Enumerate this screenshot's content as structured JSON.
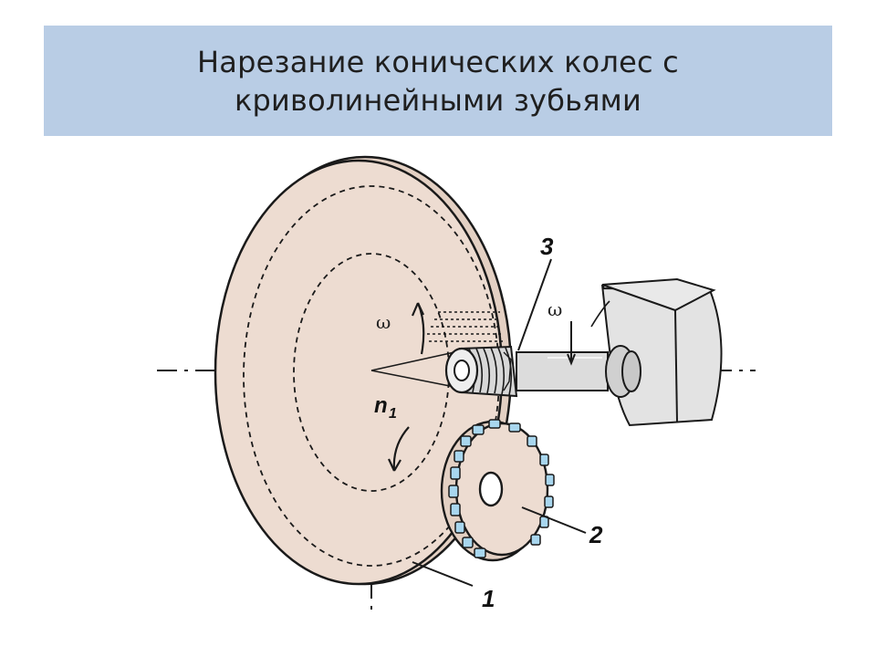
{
  "title": {
    "line1": "Нарезание конических колес с",
    "line2": "криволинейными зубьями"
  },
  "figure": {
    "labels": {
      "disk": "1",
      "gear": "2",
      "cutter": "3",
      "omega_left": "ω",
      "omega_right": "ω",
      "n": "n",
      "n_sub": "1"
    },
    "colors": {
      "disk_fill": "#eddcd1",
      "housing_fill": "#e3e3e3",
      "tooth_fill": "#a8d6ee",
      "line": "#1a1a1a"
    }
  }
}
